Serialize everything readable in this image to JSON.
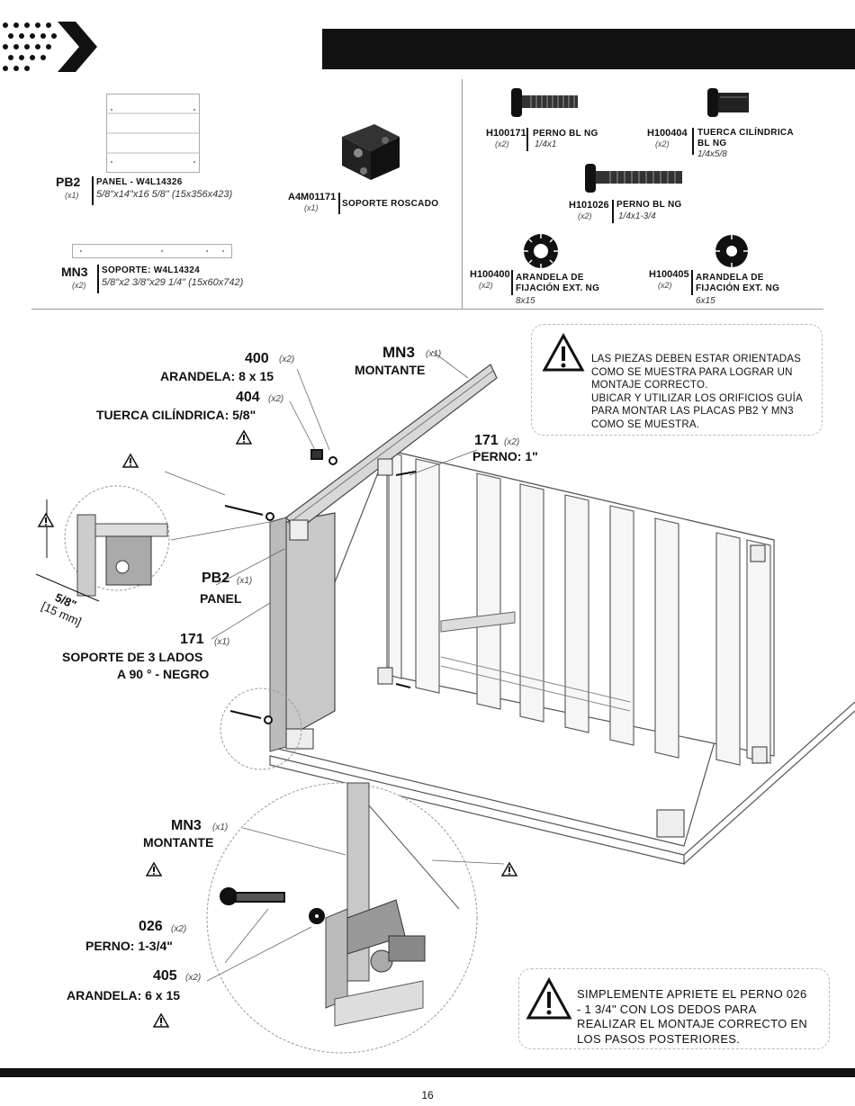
{
  "page": {
    "number": "16"
  },
  "parts": {
    "pb2": {
      "code": "PB2",
      "qty": "(x1)",
      "name": "PANEL - W4L14326",
      "dims": "5/8\"x14\"x16 5/8\" (15x356x423)"
    },
    "mn3": {
      "code": "MN3",
      "qty": "(x2)",
      "name": "SOPORTE: W4L14324",
      "dims": "5/8\"x2 3/8\"x29 1/4\" (15x60x742)"
    },
    "bracket": {
      "code": "A4M01171",
      "qty": "(x1)",
      "name": "SOPORTE ROSCADO"
    },
    "h100171": {
      "code": "H100171",
      "qty": "(x2)",
      "name": "PERNO BL NG",
      "dims": "1/4x1"
    },
    "h100404": {
      "code": "H100404",
      "qty": "(x2)",
      "name": "TUERCA CILÍNDRICA BL NG",
      "dims": "1/4x5/8"
    },
    "h101026": {
      "code": "H101026",
      "qty": "(x2)",
      "name": "PERNO BL NG",
      "dims": "1/4x1-3/4"
    },
    "h100400": {
      "code": "H100400",
      "qty": "(x2)",
      "name": "ARANDELA DE FIJACIÓN EXT. NG",
      "dims": "8x15"
    },
    "h100405": {
      "code": "H100405",
      "qty": "(x2)",
      "name": "ARANDELA DE FIJACIÓN EXT. NG",
      "dims": "6x15"
    }
  },
  "callouts": {
    "c400": {
      "num": "400",
      "qty": "(x2)",
      "label": "ARANDELA: 8 x 15"
    },
    "c404": {
      "num": "404",
      "qty": "(x2)",
      "label": "TUERCA CILÍNDRICA: 5/8\""
    },
    "mn3_top": {
      "num": "MN3",
      "qty": "(x1)",
      "label": "MONTANTE"
    },
    "c171_top": {
      "num": "171",
      "qty": "(x2)",
      "label": "PERNO: 1\""
    },
    "pb2": {
      "num": "PB2",
      "qty": "(x1)",
      "label": "PANEL"
    },
    "c171": {
      "num": "171",
      "qty": "(x1)",
      "label1": "SOPORTE DE 3 LADOS",
      "label2": "A 90 ° - NEGRO"
    },
    "mn3_bottom": {
      "num": "MN3",
      "qty": "(x1)",
      "label": "MONTANTE"
    },
    "c026": {
      "num": "026",
      "qty": "(x2)",
      "label": "PERNO: 1-3/4\""
    },
    "c405": {
      "num": "405",
      "qty": "(x2)",
      "label": "ARANDELA: 6 x 15"
    },
    "gap": {
      "line1": "5/8\"",
      "line2": "[15 mm]"
    }
  },
  "notes": {
    "top": [
      "LAS PIEZAS DEBEN ESTAR ORIENTADAS",
      "COMO SE MUESTRA PARA LOGRAR UN",
      "MONTAJE CORRECTO.",
      "UBICAR Y UTILIZAR LOS ORIFICIOS GUÍA",
      "PARA MONTAR LAS PLACAS PB2 Y MN3",
      "COMO SE MUESTRA."
    ],
    "bottom": [
      "SIMPLEMENTE APRIETE EL PERNO 026",
      "- 1 3/4\" CON LOS DEDOS PARA",
      "REALIZAR EL MONTAJE CORRECTO EN",
      "LOS PASOS POSTERIORES."
    ]
  },
  "colors": {
    "bar": "#111111",
    "panel": "#c8c8c8",
    "line": "#555555"
  }
}
